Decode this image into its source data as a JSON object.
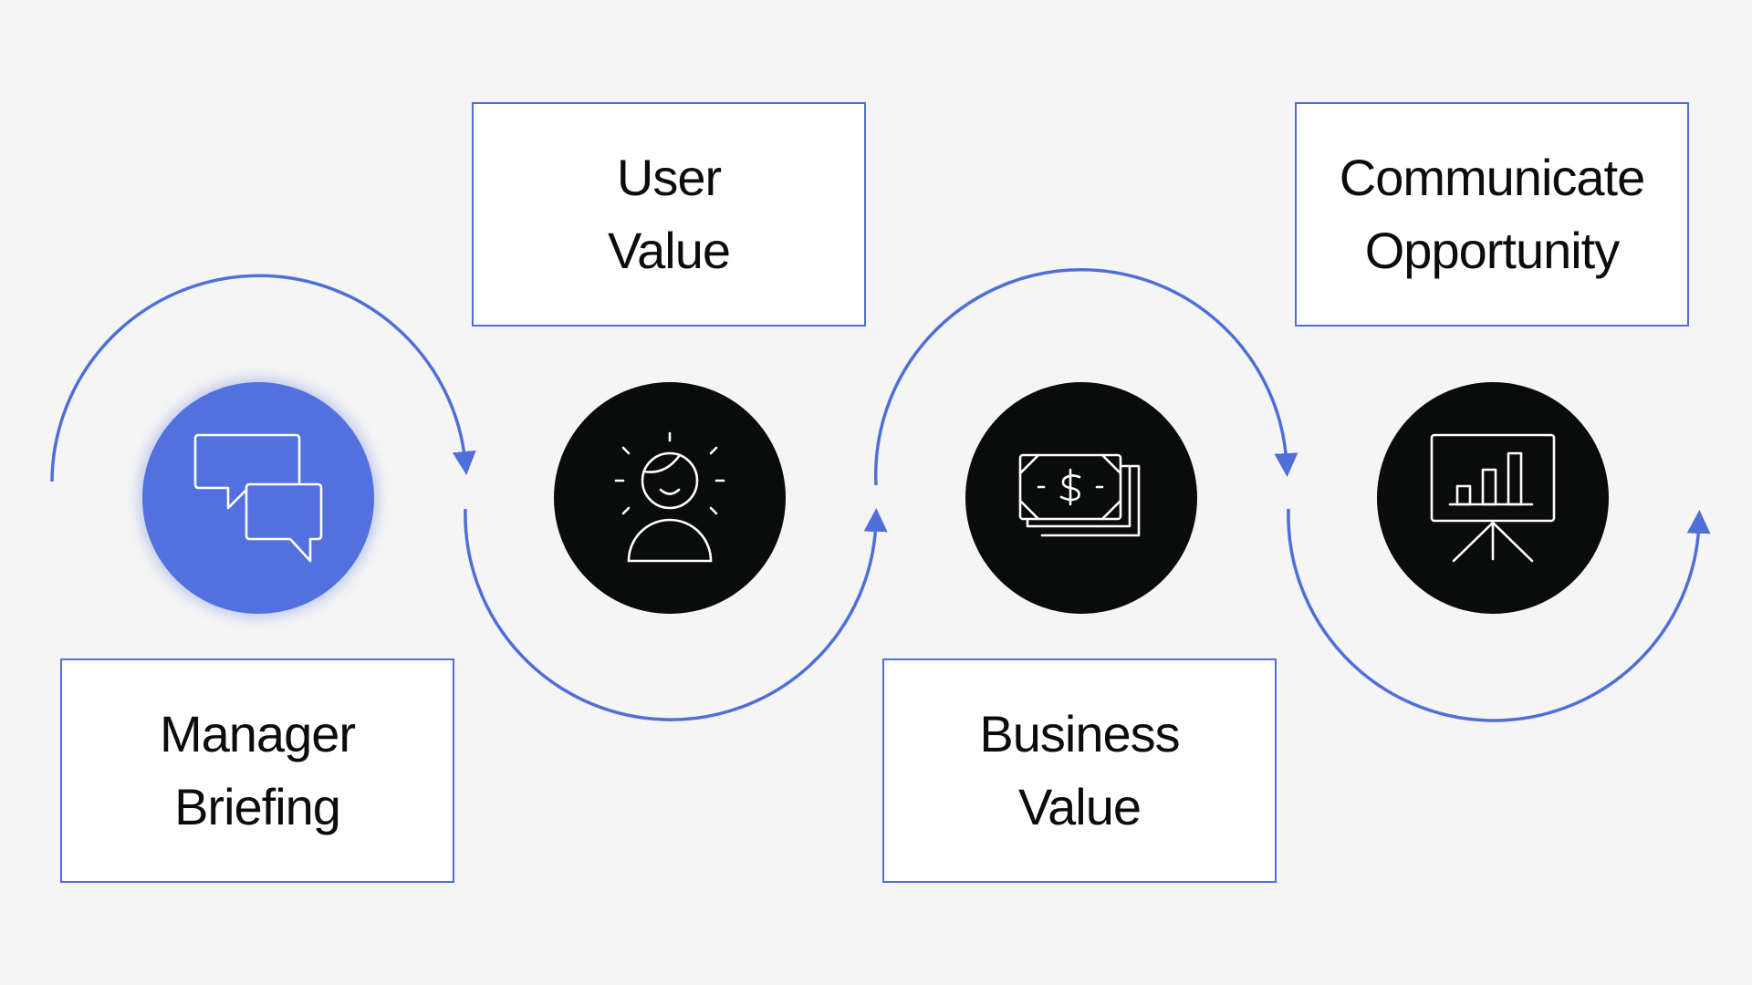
{
  "colors": {
    "accent": "#4f6fd8",
    "active_circle": "#5270de",
    "dark_circle": "#0a0c0b",
    "background": "#f5f5f5",
    "icon_stroke": "#ffffff"
  },
  "steps": [
    {
      "line1": "Manager",
      "line2": "Briefing",
      "icon": "chat-bubbles-icon",
      "active": true
    },
    {
      "line1": "User",
      "line2": "Value",
      "icon": "user-idea-icon",
      "active": false
    },
    {
      "line1": "Business",
      "line2": "Value",
      "icon": "money-bills-icon",
      "active": false
    },
    {
      "line1": "Communicate",
      "line2": "Opportunity",
      "icon": "presentation-chart-icon",
      "active": false
    }
  ]
}
